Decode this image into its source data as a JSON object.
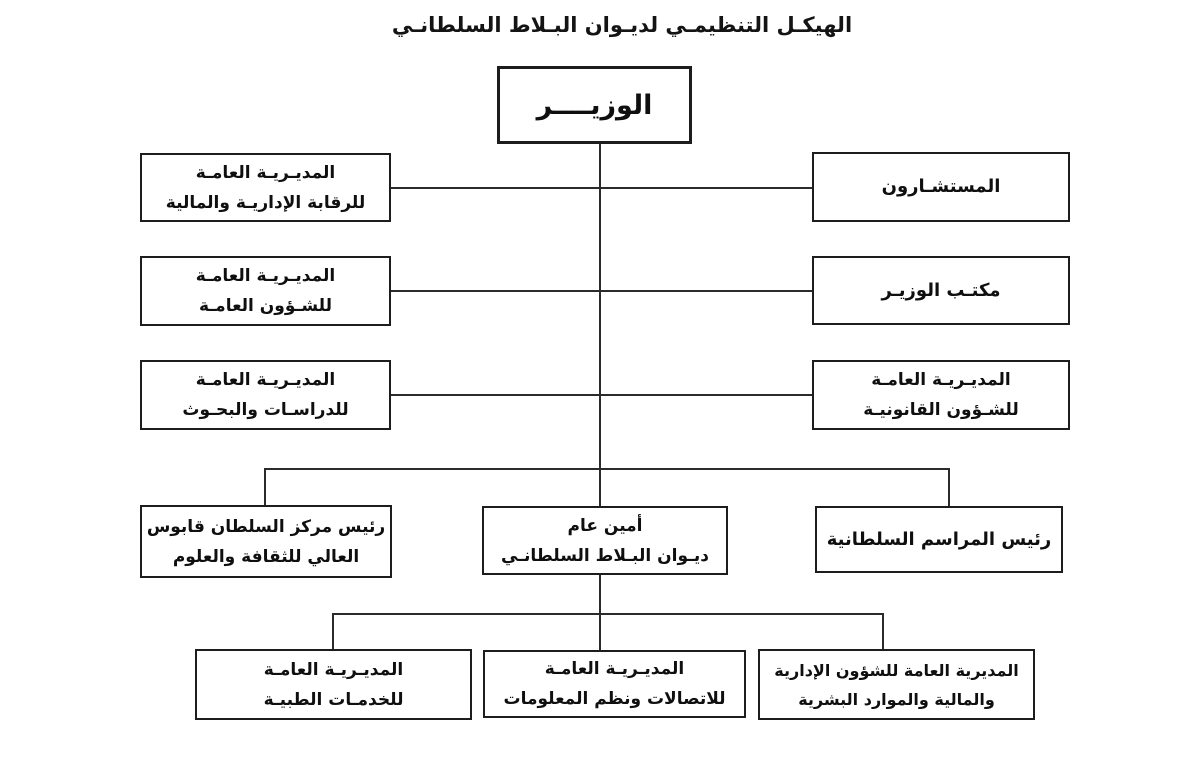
{
  "title": "الهيكـل التنظيمـي لديـوان البـلاط السلطانـي",
  "boxes": {
    "minister": {
      "label": "الوزيــــر"
    },
    "left_column": [
      {
        "line1": "المديـريـة العامـة",
        "line2": "للرقابة الإداريـة والمالية"
      },
      {
        "line1": "المديـريـة العامـة",
        "line2": "للشـؤون العامـة"
      },
      {
        "line1": "المديـريـة العامـة",
        "line2": "للدراسـات والبحـوث"
      }
    ],
    "right_column": [
      {
        "label": "المستشـارون"
      },
      {
        "label": "مكتـب الوزيـر"
      },
      {
        "line1": "المديـريـة العامـة",
        "line2": "للشـؤون القانونيـة"
      }
    ],
    "middle_row": [
      {
        "line1": "رئيس مركز السلطان قابوس",
        "line2": "العالي للثقافة والعلوم"
      },
      {
        "line1": "أمين عام",
        "line2": "ديـوان البـلاط السلطانـي"
      },
      {
        "label": "رئيس المراسم السلطانية"
      }
    ],
    "bottom_row": [
      {
        "line1": "المديـريـة العامـة",
        "line2": "للخدمـات الطبيـة"
      },
      {
        "line1": "المديـريـة العامـة",
        "line2": "للاتصالات ونظم المعلومات"
      },
      {
        "line1": "المديرية العامة للشؤون الإدارية",
        "line2": "والمالية والموارد البشرية"
      }
    ]
  }
}
